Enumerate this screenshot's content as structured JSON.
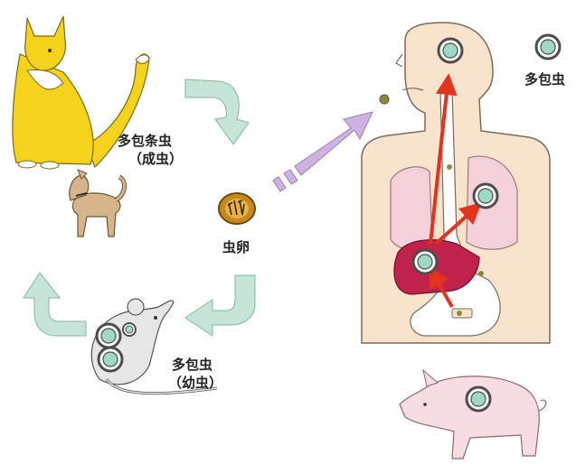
{
  "labels": {
    "adult_name": "多包条虫",
    "adult_stage": "（成虫）",
    "egg": "虫卵",
    "larva_name": "多包虫",
    "larva_stage": "（幼虫）",
    "cyst_legend": "多包虫"
  },
  "colors": {
    "fox": "#f5d21c",
    "dog": "#d7b58a",
    "cycle_arrow": "#c7e4d9",
    "spread_arrow": "#cdb3e0",
    "body_skin": "#fae3cc",
    "lung": "#f3d1da",
    "liver": "#c1224c",
    "migration_arrow": "#e4331c",
    "egg": "#c78a1a",
    "cyst_ring": "#4d4d4d",
    "cyst_fill": "#9fd9c4",
    "pig": "#f7dde3",
    "mouse": "#e6e6e6"
  }
}
